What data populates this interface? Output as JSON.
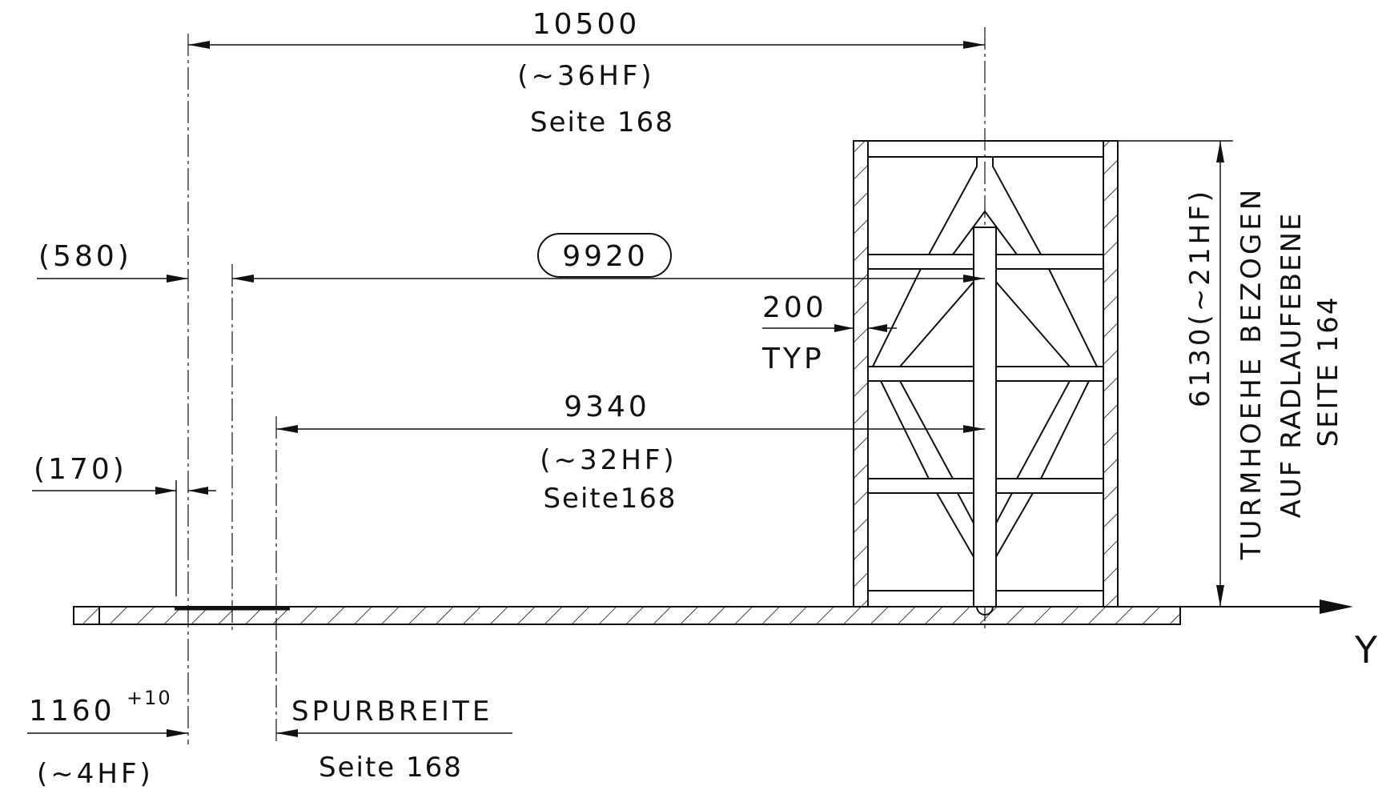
{
  "dimensions": {
    "overall": {
      "value": "10500",
      "approx": "(~36HF)",
      "ref": "Seite 168"
    },
    "reference": {
      "value": "9920"
    },
    "rail_inner": {
      "value": "9340",
      "approx": "(~32HF)",
      "ref": "Seite168"
    },
    "offset_580": {
      "value": "(580)"
    },
    "offset_170": {
      "value": "(170)"
    },
    "wall": {
      "value": "200",
      "note": "TYP"
    },
    "track": {
      "value": "1160",
      "tolerance": "+10",
      "approx": "(~4HF)"
    },
    "track_label": {
      "title": "SPURBREITE",
      "ref": "Seite 168"
    },
    "height": {
      "value": "6130(~21HF)",
      "line1": "TURMHOEHE BEZOGEN",
      "line2": "AUF RADLAUFEBENE",
      "line3": "SEITE 164"
    }
  },
  "axis": {
    "label": "Y"
  }
}
